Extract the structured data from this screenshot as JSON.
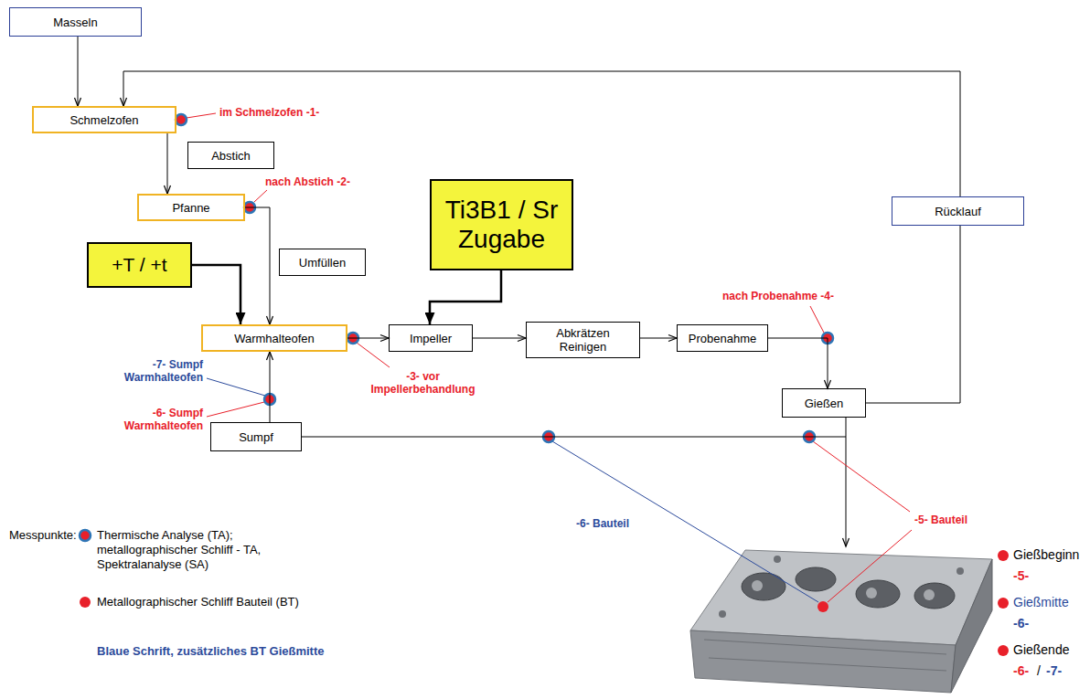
{
  "diagram": {
    "nodes": [
      {
        "text": [
          "Masseln"
        ]
      },
      {
        "text": [
          "Schmelzofen"
        ]
      },
      {
        "text": [
          "Abstich"
        ]
      },
      {
        "text": [
          "Pfanne"
        ]
      },
      {
        "text": [
          "+T / +t"
        ]
      },
      {
        "text": [
          "Umfüllen"
        ]
      },
      {
        "text": [
          "Warmhalteofen"
        ]
      },
      {
        "text": [
          "Ti3B1 / Sr Zugabe"
        ]
      },
      {
        "text": [
          "Impeller"
        ]
      },
      {
        "text": [
          "Abkrätzen Reinigen"
        ]
      },
      {
        "text": [
          "Probenahme"
        ]
      },
      {
        "text": [
          "Rücklauf"
        ]
      },
      {
        "text": [
          "Gießen"
        ]
      },
      {
        "text": [
          "Sumpf"
        ]
      }
    ],
    "edges": [
      {
        "from": 0,
        "to": 1,
        "arrow": "to"
      },
      {
        "from": 11,
        "to": 1,
        "arrow": "to"
      },
      {
        "from": 1,
        "to": 3,
        "arrow": "to"
      },
      {
        "from": 3,
        "to": 6,
        "arrow": "to"
      },
      {
        "from": 4,
        "to": 6,
        "arrow": "to"
      },
      {
        "from": 13,
        "to": 6,
        "arrow": "to"
      },
      {
        "from": 6,
        "to": 8,
        "arrow": "to"
      },
      {
        "from": 7,
        "to": 8,
        "arrow": "to"
      },
      {
        "from": 8,
        "to": 9,
        "arrow": "to"
      },
      {
        "from": 9,
        "to": 10,
        "arrow": "to"
      },
      {
        "from": 10,
        "to": 12,
        "arrow": "to"
      },
      {
        "from": 12,
        "to": 11,
        "arrow": "none"
      },
      {
        "from": 12,
        "to": 13,
        "arrow": "none"
      }
    ],
    "labels": [
      "im Schmelzofen -1-",
      "nach Abstich -2-",
      "-3- vor Impellerbehandlung",
      "nach Probenahme -4-",
      "-7- Sumpf Warmhalteofen",
      "-6- Sumpf Warmhalteofen",
      "-6- Bauteil",
      "-5- Bauteil",
      "Messpunkte:",
      "Blaue Schrift, zusätzliches BT Gießmitte",
      "-5-",
      "-6-",
      "-6-",
      "/",
      "-7-"
    ],
    "legend": [
      {
        "text": "Thermische Analyse (TA); metallographischer Schliff - TA, Spektralanalyse (SA)"
      },
      {
        "text": "Metallographischer Schliff Bauteil (BT)",
        "color": "#e8202a"
      },
      {
        "text": "Gießbeginn",
        "color": "#e8202a"
      },
      {
        "text": "Gießmitte",
        "color": "#e8202a"
      },
      {
        "text": "Gießende",
        "color": "#e8202a"
      }
    ]
  }
}
